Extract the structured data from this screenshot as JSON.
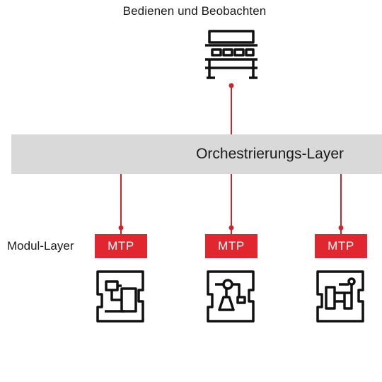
{
  "diagram": {
    "top_label": "Bedienen und Beobachten",
    "orchestration_label": "Orchestrierungs-Layer",
    "module_layer_label": "Modul-Layer",
    "modules": [
      {
        "badge": "MTP",
        "icon": "module-plant-icon-1"
      },
      {
        "badge": "MTP",
        "icon": "module-plant-icon-2"
      },
      {
        "badge": "MTP",
        "icon": "module-plant-icon-3"
      }
    ],
    "top_icon": "operator-console-icon",
    "colors": {
      "accent": "#e0262f",
      "band": "#d9d9d9",
      "icon_stroke": "#111111",
      "text": "#1a1a1a"
    }
  }
}
